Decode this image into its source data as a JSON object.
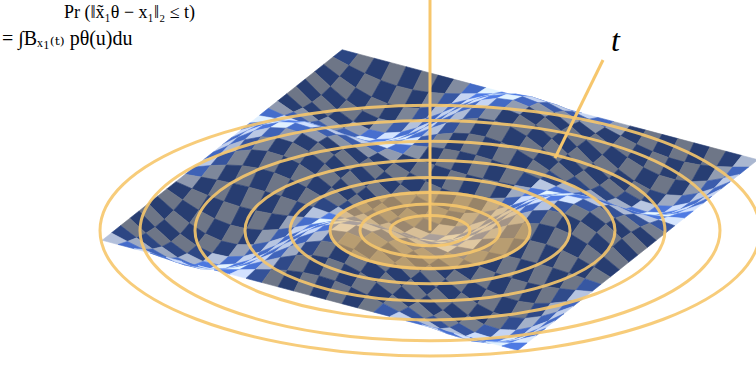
{
  "diagram": {
    "labels": [
      "Pr (‖x̃₁θ − x₁‖₂ ≤ t)",
      "= ∫Bₓ₁₍ₜ₎ pθ(u)du",
      "t"
    ]
  }
}
